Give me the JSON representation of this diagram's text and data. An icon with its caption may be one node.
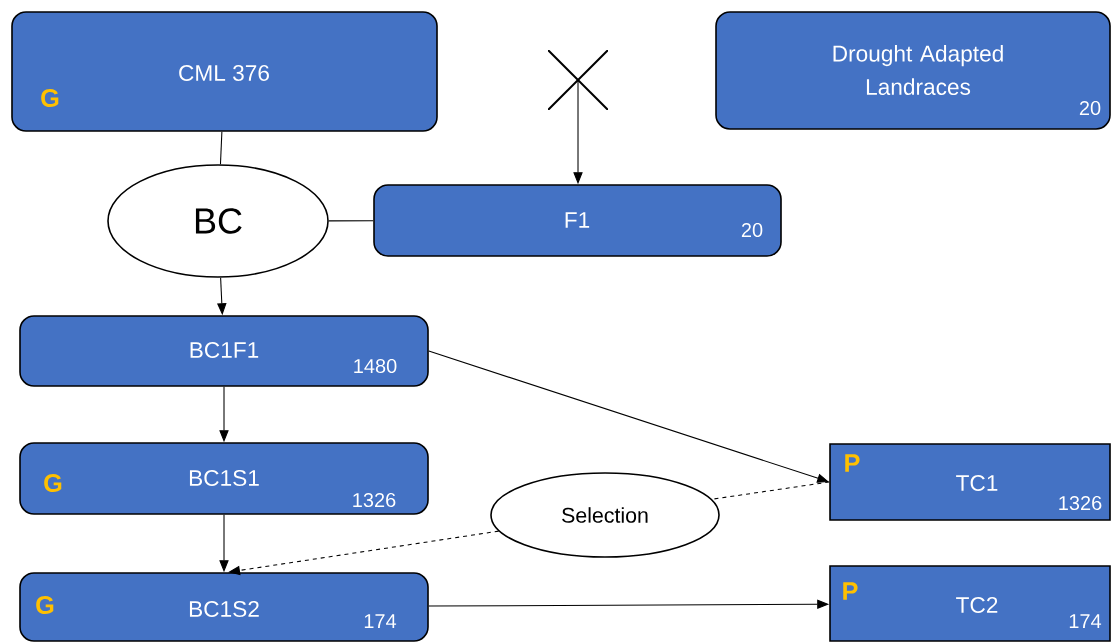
{
  "diagram": {
    "nodes": [
      {
        "text": [
          "CML 376",
          "G"
        ]
      },
      {
        "text": [],
        "shape": "cross"
      },
      {
        "text": [
          "Drought Adapted Landraces",
          "20"
        ]
      },
      {
        "text": [
          "BC"
        ]
      },
      {
        "text": [
          "F1",
          "20"
        ]
      },
      {
        "text": [
          "BC1F1",
          "1480"
        ]
      },
      {
        "text": [
          "G",
          "BC1S1",
          "1326"
        ]
      },
      {
        "text": [
          "Selection"
        ]
      },
      {
        "text": [
          "P",
          "TC1",
          "1326"
        ]
      },
      {
        "text": [
          "G",
          "BC1S2",
          "174"
        ]
      },
      {
        "text": [
          "P",
          "TC2",
          "174"
        ]
      }
    ],
    "edges": [
      {
        "from": 0,
        "to": 3,
        "arrow": "none"
      },
      {
        "from": 3,
        "to": 4,
        "arrow": "none"
      },
      {
        "from": 1,
        "to": 4,
        "arrow": "to"
      },
      {
        "from": 3,
        "to": 5,
        "arrow": "to"
      },
      {
        "from": 5,
        "to": 8,
        "arrow": "to"
      },
      {
        "from": 5,
        "to": 6,
        "arrow": "to"
      },
      {
        "from": 6,
        "to": 9,
        "arrow": "to"
      },
      {
        "from": 8,
        "to": 7,
        "arrow": "none",
        "style": "dashed"
      },
      {
        "from": 7,
        "to": 9,
        "arrow": "to",
        "style": "dashed"
      },
      {
        "from": 9,
        "to": 10,
        "arrow": "to"
      }
    ]
  }
}
